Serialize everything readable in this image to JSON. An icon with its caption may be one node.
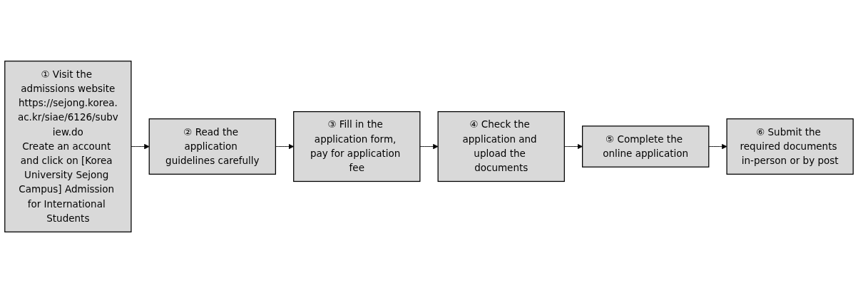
{
  "diagram": {
    "nodes": [
      {
        "text": [
          "① Visit the admissions website",
          "https://sejong.korea.ac.kr/siae/6126/subview.do",
          "Create an account and click on [Korea University Sejong Campus] Admission for International Students"
        ]
      },
      {
        "text": [
          "② Read the application guidelines carefully"
        ]
      },
      {
        "text": [
          "③ Fill in the application form, pay for application fee"
        ]
      },
      {
        "text": [
          "④ Check the application and upload the documents"
        ]
      },
      {
        "text": [
          "⑤ Complete the online application"
        ]
      },
      {
        "text": [
          "⑥ Submit the required documents in-person or by post"
        ]
      }
    ],
    "edges": [
      {
        "from": 0,
        "to": 1,
        "arrow": "to"
      },
      {
        "from": 1,
        "to": 2,
        "arrow": "to"
      },
      {
        "from": 2,
        "to": 3,
        "arrow": "to"
      },
      {
        "from": 3,
        "to": 4,
        "arrow": "to"
      },
      {
        "from": 4,
        "to": 5,
        "arrow": "to"
      }
    ]
  }
}
